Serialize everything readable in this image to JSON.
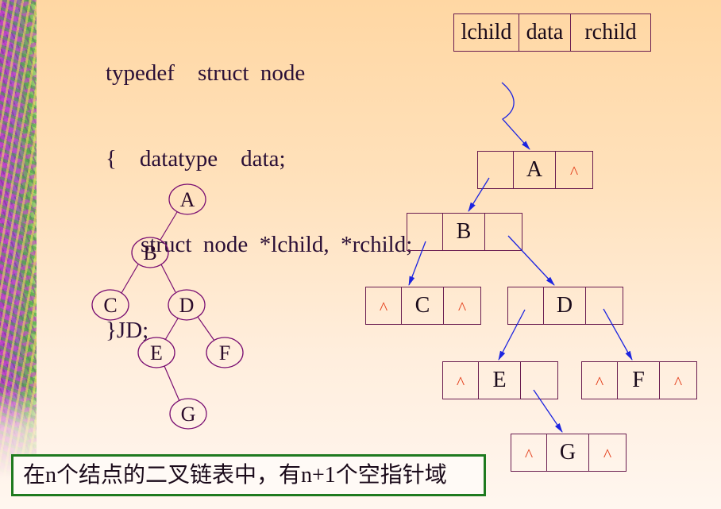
{
  "code": {
    "line1": "typedef    struct  node",
    "line2": "{    datatype    data;",
    "line3": "struct  node  *lchild,  *rchild;",
    "line4": "}JD;"
  },
  "node_format": {
    "lchild": "lchild",
    "data": "data",
    "rchild": "rchild"
  },
  "tree_nodes": {
    "a": "A",
    "b": "B",
    "c": "C",
    "d": "D",
    "e": "E",
    "f": "F",
    "g": "G"
  },
  "linked_list": {
    "a": {
      "lchild": "",
      "data": "A",
      "rchild": "^"
    },
    "b": {
      "lchild": "",
      "data": "B",
      "rchild": ""
    },
    "c": {
      "lchild": "^",
      "data": "C",
      "rchild": "^"
    },
    "d": {
      "lchild": "",
      "data": "D",
      "rchild": ""
    },
    "e": {
      "lchild": "^",
      "data": "E",
      "rchild": ""
    },
    "f": {
      "lchild": "^",
      "data": "F",
      "rchild": "^"
    },
    "g": {
      "lchild": "^",
      "data": "G",
      "rchild": "^"
    }
  },
  "caption": "在n个结点的二叉链表中，有n+1个空指针域",
  "colors": {
    "null_marker": "#e4401c",
    "pointer_arrow": "#1c24e0",
    "caption_border": "#1f7a1f",
    "tree_stroke": "#7a0f72",
    "box_border": "#6a1d50"
  }
}
